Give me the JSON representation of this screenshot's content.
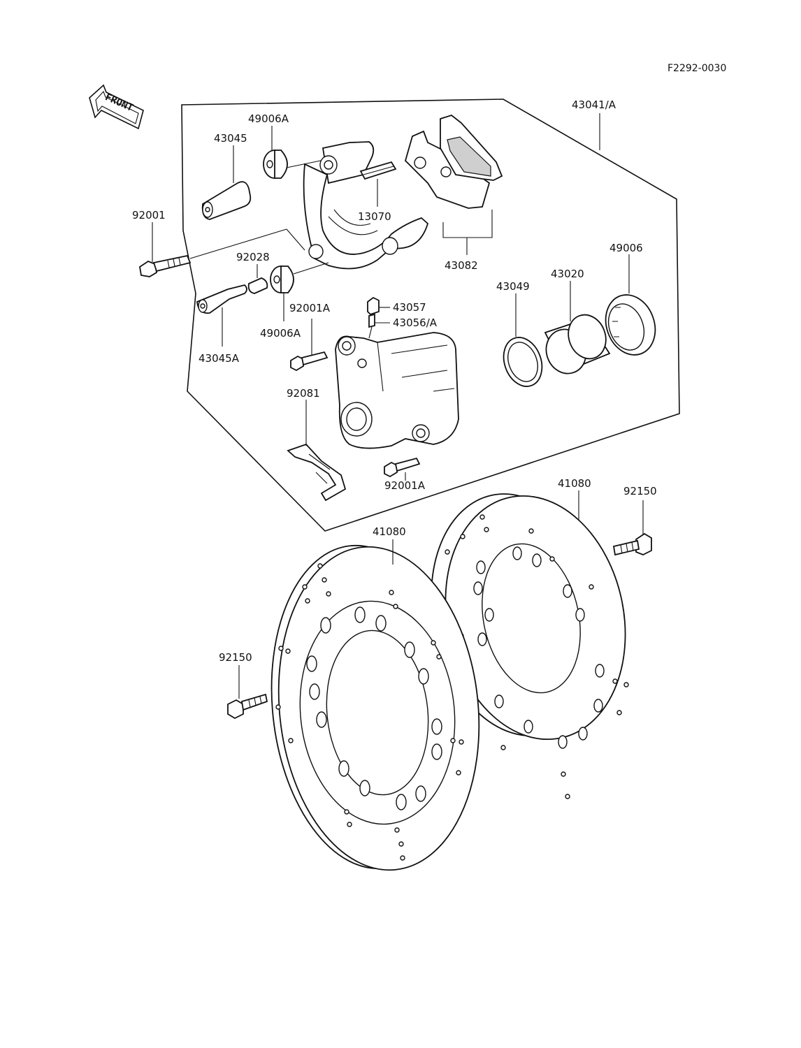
{
  "diagram_code": "F2292-0030",
  "front_label": "FRONT",
  "labels": {
    "l_43041A": "43041/A",
    "l_49006A_top": "49006A",
    "l_43045": "43045",
    "l_13070": "13070",
    "l_92001": "92001",
    "l_43082": "43082",
    "l_92028": "92028",
    "l_49006": "49006",
    "l_43049": "43049",
    "l_43020": "43020",
    "l_92001A_mid": "92001A",
    "l_43057": "43057",
    "l_43056A": "43056/A",
    "l_49006A_low": "49006A",
    "l_43045A": "43045A",
    "l_92081": "92081",
    "l_92001A_low": "92001A",
    "l_41080_right": "41080",
    "l_92150_right": "92150",
    "l_41080_left": "41080",
    "l_92150_left": "92150"
  },
  "colors": {
    "ink": "#111111",
    "paper": "#ffffff",
    "pad_fill": "#cfcfcf"
  }
}
